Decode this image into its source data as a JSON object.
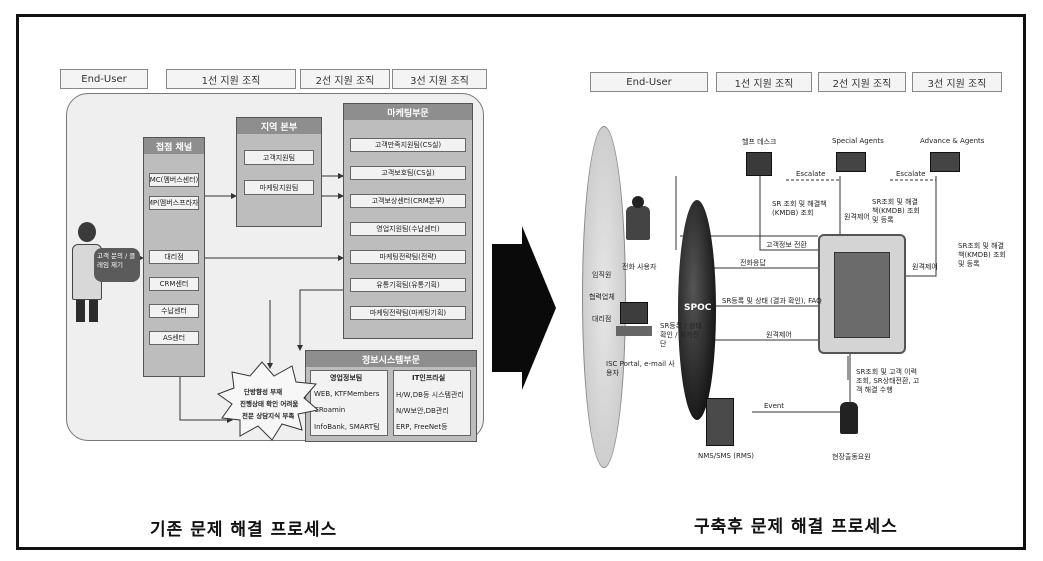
{
  "left": {
    "headers": [
      "End-User",
      "1선 지원 조직",
      "2선 지원 조직",
      "3선 지원 조직"
    ],
    "user_bubble": "고객 문의 / 클레임 제기",
    "channel": {
      "title": "접점 채널",
      "items": [
        "MC(멤버스센터)",
        "MP(멤버스프라자)",
        "대리점",
        "CRM센터",
        "수납센터",
        "AS센터"
      ]
    },
    "regional": {
      "title": "지역 본부",
      "items": [
        "고객지원팀",
        "마케팅지원팀"
      ]
    },
    "marketing": {
      "title": "마케팅부문",
      "items": [
        "고객만족지원팀(CS실)",
        "고객보호팀(CS실)",
        "고객보상센터(CRM본부)",
        "영업지원팀(수납센터)",
        "마케팅전략팀(전략)",
        "유통기획팀(유통기획)",
        "마케팅전략팀(마케팅기획)"
      ]
    },
    "infosys": {
      "title": "정보시스템부문",
      "col1_title": "영업정보팀",
      "col1_items": [
        "WEB, KTFMembers",
        "CRoamin",
        "InfoBank, SMART팀"
      ],
      "col2_title": "IT인프라실",
      "col2_items": [
        "H/W,DB등 시스템관리",
        "N/W보안,DB관리",
        "ERP, FreeNet등"
      ]
    },
    "burst": [
      "단방향성 부재",
      "진행상태 확인 어려움",
      "전문 상담지식 부족"
    ],
    "caption": "기존 문제 해결 프로세스"
  },
  "right": {
    "headers": [
      "End-User",
      "1선 지원 조직",
      "2선 지원 조직",
      "3선 지원 조직"
    ],
    "ellipse_labels": [
      "임직원",
      "협력업체",
      "대리점"
    ],
    "spoc": "SPOC",
    "nodes": {
      "tel_user": "전화 사용자",
      "isc_user": "ISC Portal, e-mail 사용자",
      "nms": "NMS/SMS (RMS)",
      "helpdesk": "헬프 데스크",
      "special": "Special Agents",
      "advanced": "Advance & Agents",
      "onsite": "현장출동요원"
    },
    "annotations": {
      "escalate1": "Escalate",
      "escalate2": "Escalate",
      "sr_db": "SR 조회 및 해결책(KMDB) 조회",
      "remote1": "원격제어",
      "sr_kmdb_reg1": "SR조회 및 해결책(KMDB) 조회 및 등록",
      "sr_kmdb_reg2": "SR조회 및 해결책(KMDB) 조회 및 등록",
      "remote2": "원격제어",
      "customer_info": "고객정보 전환",
      "phone_reply": "전화응답",
      "sr_register": "SR등록 및 상태 (결과 확인), FAQ",
      "sr_req": "SR등록 / 상태 확인 / 자가진단",
      "remote3": "원격제어",
      "event": "Event",
      "onsite_note": "SR조회 및 고객 이력 조회, SR상태전환, 고객 해결 수행"
    },
    "caption": "구축후 문제 해결 프로세스"
  }
}
